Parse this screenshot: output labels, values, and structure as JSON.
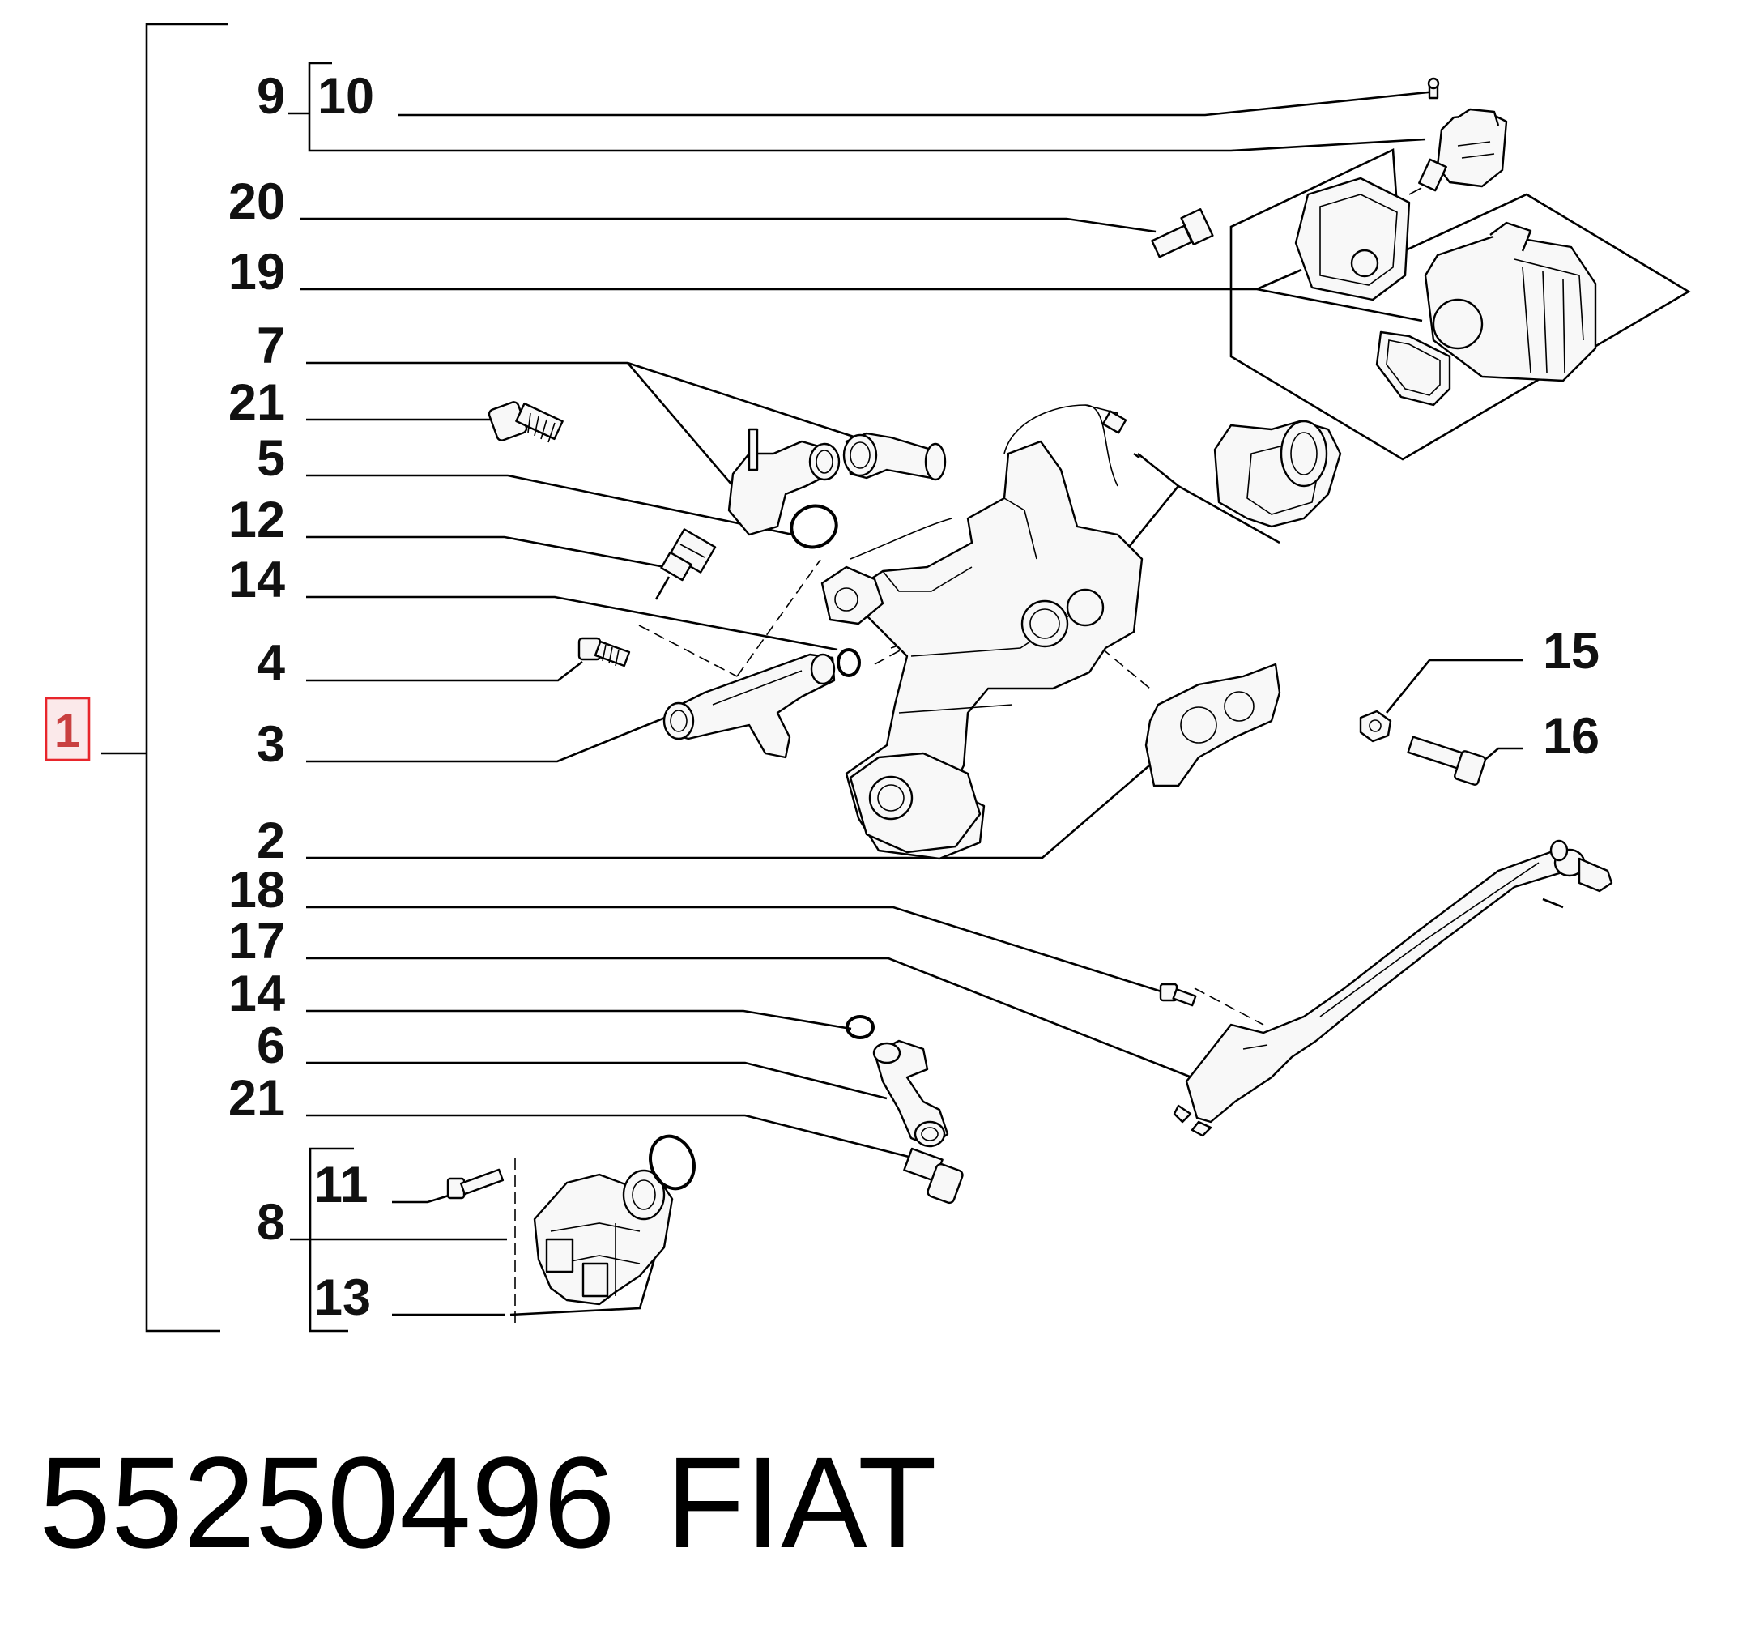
{
  "diagram": {
    "labels": {
      "l1": "1",
      "l9": "9",
      "l10": "10",
      "l20": "20",
      "l19": "19",
      "l7": "7",
      "l21a": "21",
      "l5": "5",
      "l12": "12",
      "l14a": "14",
      "l4": "4",
      "l3": "3",
      "l2": "2",
      "l18": "18",
      "l17": "17",
      "l14b": "14",
      "l6": "6",
      "l21b": "21",
      "l11": "11",
      "l8": "8",
      "l13": "13",
      "l15": "15",
      "l16": "16"
    },
    "highlight_color": "#e8252b"
  },
  "footer": {
    "part_number": "55250496",
    "brand": "FIAT"
  }
}
